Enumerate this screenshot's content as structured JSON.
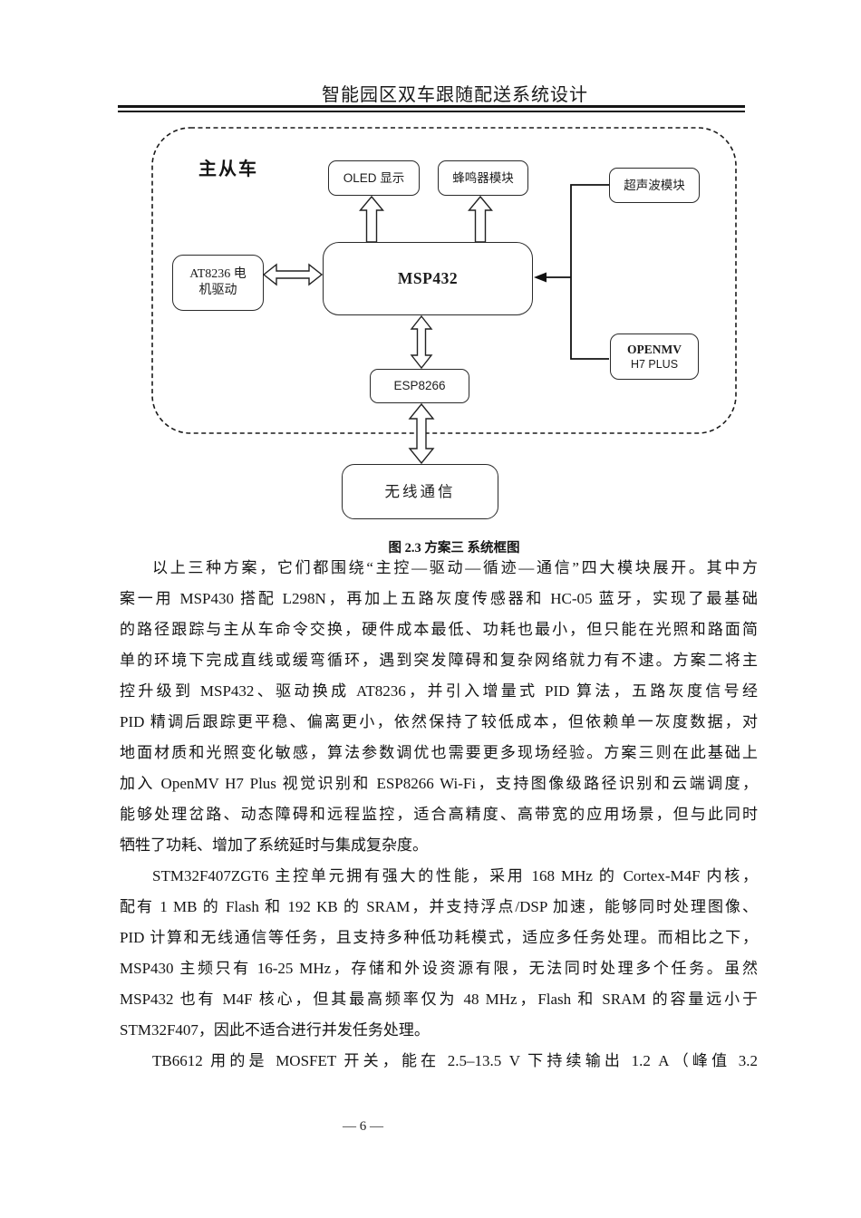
{
  "header": {
    "title": "智能园区双车跟随配送系统设计"
  },
  "diagram": {
    "master_label": "主从车",
    "boxes": {
      "oled": {
        "label": "OLED 显示"
      },
      "buzzer": {
        "label": "蜂鸣器模块"
      },
      "ultrasonic": {
        "label": "超声波模块"
      },
      "motor": {
        "line1": "AT8236 电",
        "line2": "机驱动"
      },
      "mcu": {
        "label": "MSP432"
      },
      "openmv": {
        "line1": "OPENMV",
        "line2": "H7 PLUS"
      },
      "esp": {
        "label": "ESP8266"
      },
      "wireless": {
        "label": "无线通信"
      }
    }
  },
  "figure": {
    "caption": "图 2.3 方案三  系统框图"
  },
  "body": {
    "paragraphs": [
      {
        "lines": [
          "以上三种方案，它们都围绕“主控—驱动—循迹—通信”四大模块展开。其中方",
          "案一用 MSP430 搭配 L298N，再加上五路灰度传感器和 HC-05 蓝牙，实现了最基础",
          "的路径跟踪与主从车命令交换，硬件成本最低、功耗也最小，但只能在光照和路面简",
          "单的环境下完成直线或缓弯循环，遇到突发障碍和复杂网络就力有不逮。方案二将主",
          "控升级到 MSP432、驱动换成 AT8236，并引入增量式 PID 算法，五路灰度信号经",
          "PID 精调后跟踪更平稳、偏离更小，依然保持了较低成本，但依赖单一灰度数据，对",
          "地面材质和光照变化敏感，算法参数调优也需要更多现场经验。方案三则在此基础上",
          "加入 OpenMV H7 Plus 视觉识别和 ESP8266 Wi-Fi，支持图像级路径识别和云端调度，",
          "能够处理岔路、动态障碍和远程监控，适合高精度、高带宽的应用场景，但与此同时",
          "牺牲了功耗、增加了系统延时与集成复杂度。"
        ]
      },
      {
        "lines": [
          "STM32F407ZGT6 主控单元拥有强大的性能，采用 168 MHz 的 Cortex-M4F 内核，",
          "配有 1 MB 的 Flash 和 192 KB 的 SRAM，并支持浮点/DSP 加速，能够同时处理图像、",
          "PID 计算和无线通信等任务，且支持多种低功耗模式，适应多任务处理。而相比之下，",
          "MSP430 主频只有 16-25 MHz，存储和外设资源有限，无法同时处理多个任务。虽然",
          "MSP432 也有 M4F 核心，但其最高频率仅为 48 MHz，Flash 和 SRAM 的容量远小于",
          "STM32F407，因此不适合进行并发任务处理。"
        ]
      },
      {
        "lines": [
          "TB6612 用的是 MOSFET 开关，能在 2.5–13.5 V 下持续输出 1.2 A（峰值 3.2"
        ]
      }
    ]
  },
  "footer": {
    "page_number": "— 6 —"
  }
}
